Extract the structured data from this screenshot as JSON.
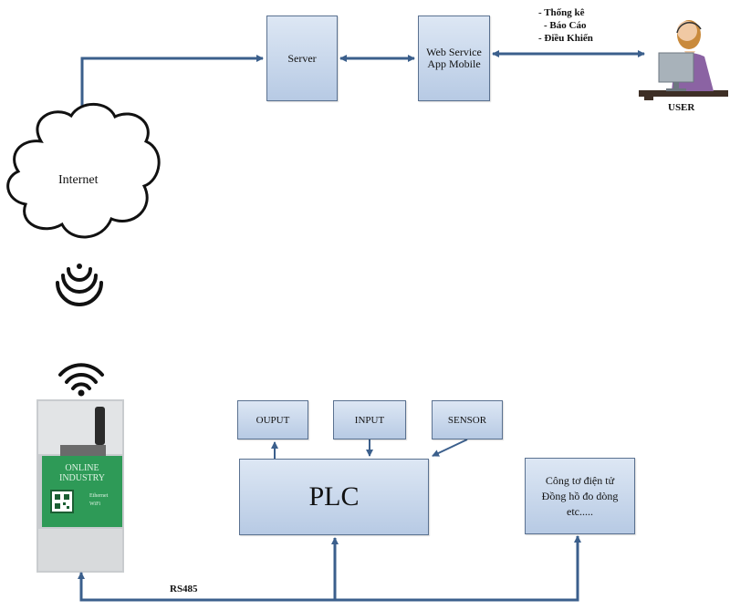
{
  "colors": {
    "connector": "#3b5f8c",
    "box_border": "#5a7190"
  },
  "server_label": "Server",
  "web_service": {
    "line1": "Web Service",
    "line2": "App Mobile"
  },
  "user_features": [
    "- Thống kê",
    "- Báo Cáo",
    "- Điều Khiển"
  ],
  "user_label": "USER",
  "internet_label": "Internet",
  "device": {
    "line1": "ONLINE",
    "line2": "INDUSTRY",
    "port1": "Ethernet",
    "port2": "WiFi"
  },
  "plc_label": "PLC",
  "output_label": "OUPUT",
  "input_label": "INPUT",
  "sensor_label": "SENSOR",
  "meter": {
    "line1": "Công tơ điện tử",
    "line2": "Đồng hồ đo dòng",
    "line3": "etc....."
  },
  "bus_label": "RS485"
}
